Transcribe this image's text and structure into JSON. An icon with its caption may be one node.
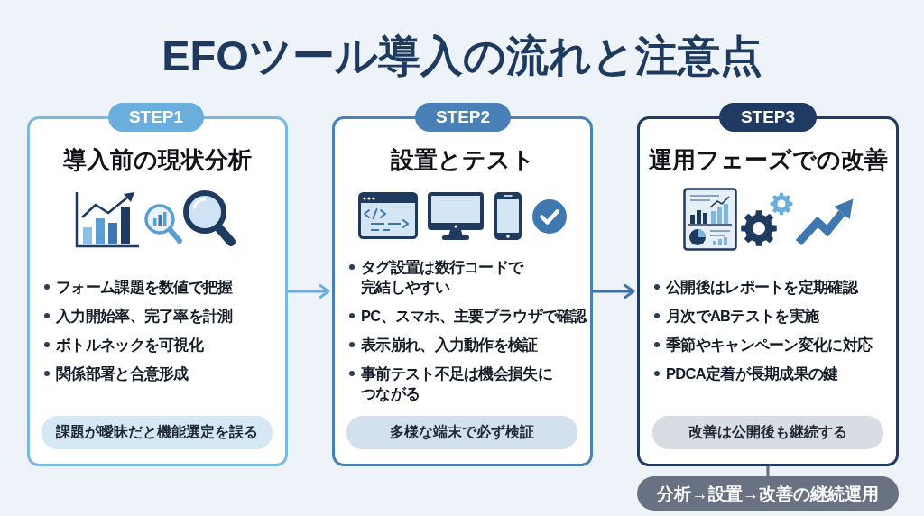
{
  "diagram": {
    "title": "EFOツール導入の流れと注意点",
    "nodes": [
      {
        "text": [
          "STEP1"
        ]
      },
      {
        "text": [
          "導入前の現状分析",
          "フォーム課題を数値で把握",
          "入力開始率、完了率を計測",
          "ボトルネックを可視化",
          "関係部署と合意形成"
        ]
      },
      {
        "text": [
          "課題が曖昧だと機能選定を誤る"
        ],
        "in": 1
      },
      {
        "text": [
          "STEP2"
        ]
      },
      {
        "text": [
          "設置とテスト",
          "タグ設置は数行コードで完結しやすい",
          "PC、スマホ、主要ブラウザで確認",
          "表示崩れ、入力動作を検証",
          "事前テスト不足は機会損失につながる"
        ]
      },
      {
        "text": [
          "多様な端末で必ず検証"
        ],
        "in": 4
      },
      {
        "text": [
          "STEP3"
        ]
      },
      {
        "text": [
          "運用フェーズでの改善",
          "公開後はレポートを定期確認",
          "月次でABテストを実施",
          "季節やキャンペーン変化に対応",
          "PDCA定着が長期成果の鍵"
        ]
      },
      {
        "text": [
          "改善は公開後も継続する"
        ],
        "in": 7
      },
      {
        "text": [
          "分析→設置→改善の継続運用"
        ]
      }
    ],
    "edges": [
      {
        "from": 1,
        "to": 4,
        "arrow": "to",
        "color": "#6aaede"
      },
      {
        "from": 4,
        "to": 7,
        "arrow": "to",
        "color": "#3f72aa"
      },
      {
        "from": 7,
        "to": 9,
        "arrow": "none",
        "color": "#6b7280"
      }
    ]
  }
}
